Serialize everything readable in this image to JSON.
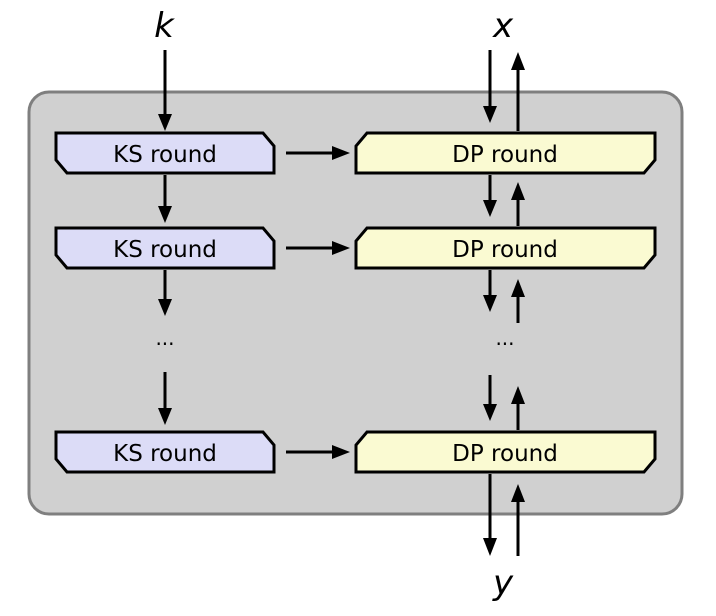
{
  "inputs": {
    "key": "k",
    "plaintext": "x"
  },
  "outputs": {
    "ciphertext": "y"
  },
  "ks_label": "KS round",
  "dp_label": "DP round",
  "ellipsis": "...",
  "rows": [
    {
      "ks": "KS round",
      "dp": "DP round"
    },
    {
      "ks": "KS round",
      "dp": "DP round"
    },
    {
      "ks": "KS round",
      "dp": "DP round"
    }
  ],
  "colors": {
    "outer_fill": "#d0d0d0",
    "outer_stroke": "#7f7f7f",
    "ks_fill": "#dcdcf7",
    "dp_fill": "#fafad2",
    "stroke": "#000000"
  }
}
